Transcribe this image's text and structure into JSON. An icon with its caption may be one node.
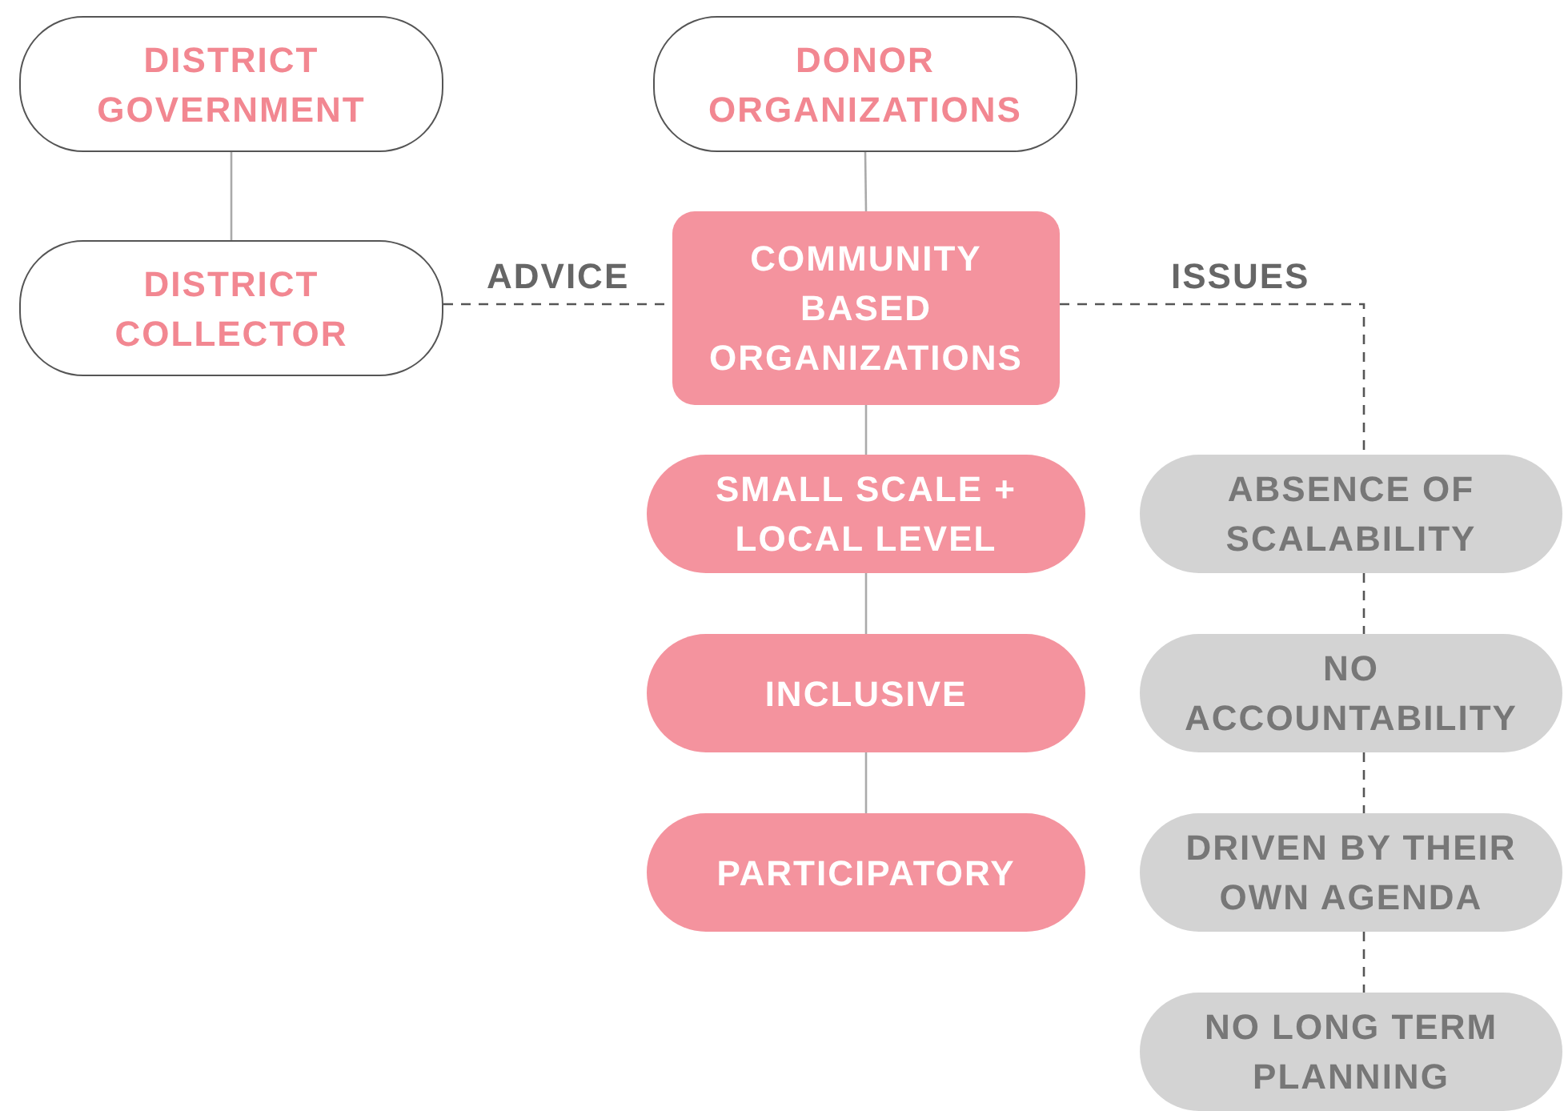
{
  "diagram": {
    "nodes": [
      {
        "text": [
          "DISTRICT GOVERNMENT"
        ]
      },
      {
        "text": [
          "DISTRICT COLLECTOR"
        ]
      },
      {
        "text": [
          "DONOR ORGANIZATIONS"
        ]
      },
      {
        "text": [
          "COMMUNITY BASED ORGANIZATIONS"
        ]
      },
      {
        "text": [
          "SMALL SCALE + LOCAL LEVEL"
        ]
      },
      {
        "text": [
          "INCLUSIVE"
        ]
      },
      {
        "text": [
          "PARTICIPATORY"
        ]
      },
      {
        "text": [
          "ABSENCE OF SCALABILITY"
        ]
      },
      {
        "text": [
          "NO ACCOUNTABILITY"
        ]
      },
      {
        "text": [
          "DRIVEN BY THEIR OWN AGENDA"
        ]
      },
      {
        "text": [
          "NO LONG TERM PLANNING"
        ]
      }
    ],
    "edges": [
      {
        "from": 0,
        "to": 1,
        "arrow": "none"
      },
      {
        "from": 2,
        "to": 3,
        "arrow": "none"
      },
      {
        "from": 1,
        "to": 3,
        "arrow": "none",
        "label": "ADVICE",
        "style": "dashed"
      },
      {
        "from": 3,
        "to": 4,
        "arrow": "none"
      },
      {
        "from": 4,
        "to": 5,
        "arrow": "none"
      },
      {
        "from": 5,
        "to": 6,
        "arrow": "none"
      },
      {
        "from": 3,
        "to": 7,
        "arrow": "none",
        "label": "ISSUES",
        "style": "dashed"
      },
      {
        "from": 7,
        "to": 8,
        "arrow": "none",
        "style": "dashed"
      },
      {
        "from": 8,
        "to": 9,
        "arrow": "none",
        "style": "dashed"
      },
      {
        "from": 9,
        "to": 10,
        "arrow": "none",
        "style": "dashed"
      }
    ]
  }
}
